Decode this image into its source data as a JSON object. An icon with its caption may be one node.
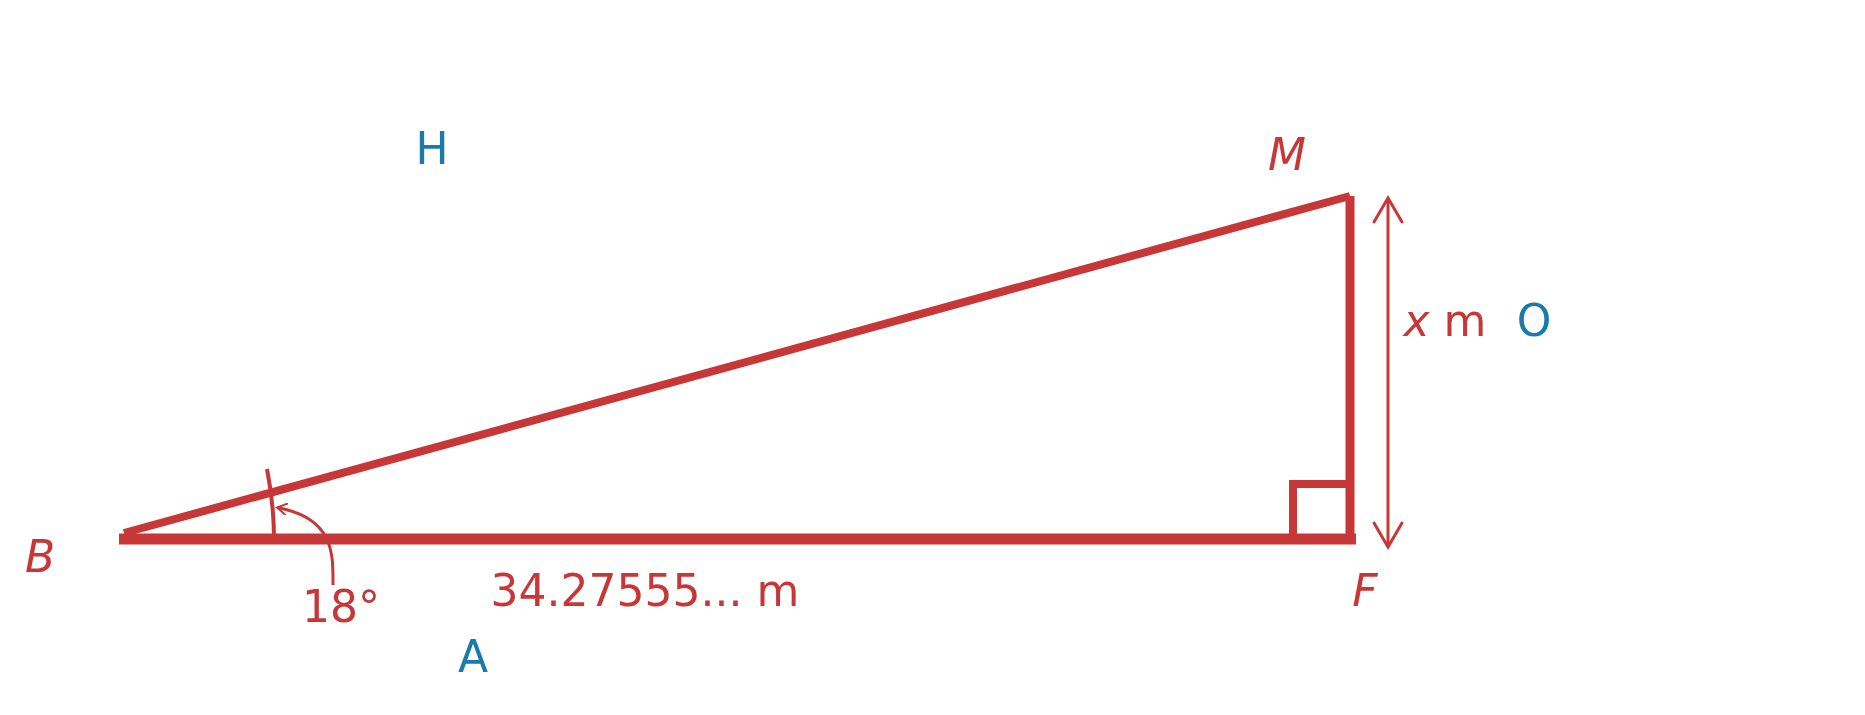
{
  "diagram": {
    "nodes": [
      {
        "text": [
          "18°"
        ]
      },
      {
        "text": [],
        "shape": "arc"
      }
    ],
    "edges": [
      {
        "from": 0,
        "to": 1,
        "arrow": "to"
      }
    ],
    "labels": [
      "H",
      "M",
      "*x* m",
      "O",
      "B",
      "34.27555... m",
      "F",
      "A"
    ]
  }
}
